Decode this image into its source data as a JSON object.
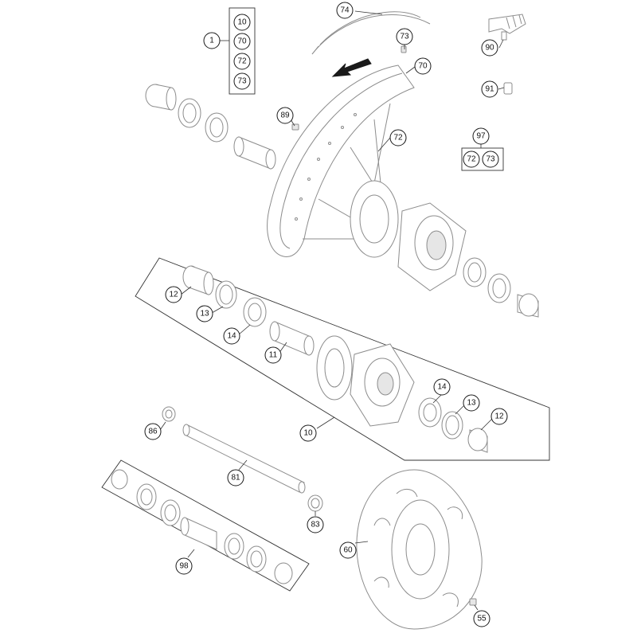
{
  "labels": {
    "l1": "1",
    "l10a": "10",
    "l70a": "70",
    "l72a": "72",
    "l73a": "73",
    "l74": "74",
    "l73b": "73",
    "l70b": "70",
    "l72b": "72",
    "l89": "89",
    "l90": "90",
    "l91": "91",
    "l97": "97",
    "l72c": "72",
    "l73c": "73",
    "l12a": "12",
    "l13a": "13",
    "l14a": "14",
    "l11": "11",
    "l14b": "14",
    "l13b": "13",
    "l12b": "12",
    "l10b": "10",
    "l86": "86",
    "l81": "81",
    "l83": "83",
    "l98": "98",
    "l60": "60",
    "l55": "55"
  },
  "icons": {
    "direction_arrow": "rotation-direction-arrow-icon",
    "tire_lever": "tire-lever-icon",
    "valve_cap": "valve-cap-icon"
  },
  "colors": {
    "line": "#8c8c8c",
    "label_stroke": "#1a1a1a",
    "background": "#ffffff"
  }
}
